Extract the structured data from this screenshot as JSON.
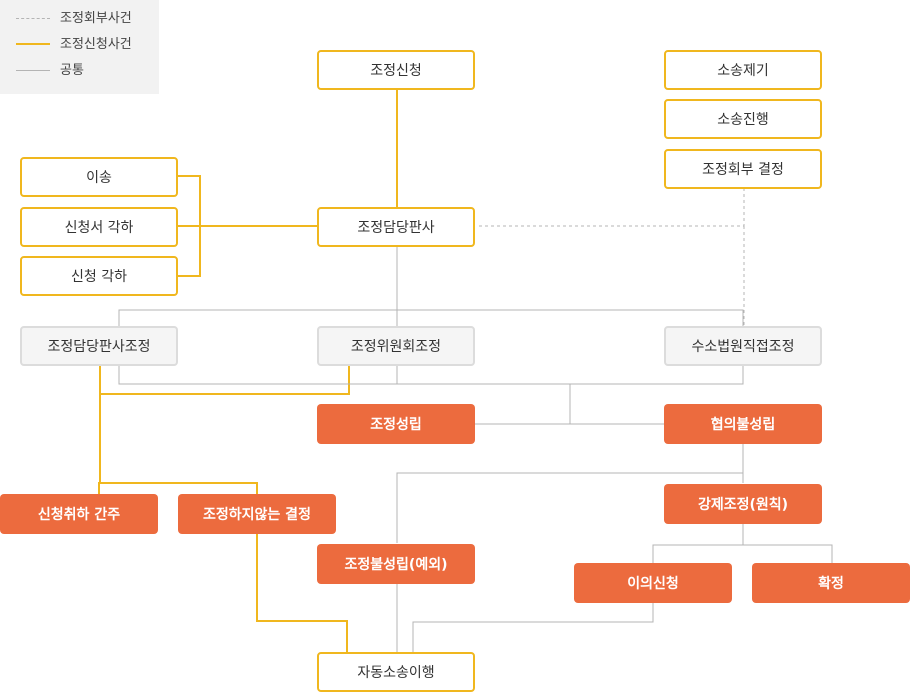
{
  "colors": {
    "yellow_line": "#f0b71e",
    "gray_line": "#b4b4b4",
    "orange_fill": "#ec6b3e",
    "gray_fill": "#f5f5f5"
  },
  "legend": [
    {
      "style": "dashed",
      "label": "조정회부사건"
    },
    {
      "style": "yellow",
      "label": "조정신청사건"
    },
    {
      "style": "gray",
      "label": "공통"
    }
  ],
  "nodes": {
    "request": "조정신청",
    "lawsuit_filed": "소송제기",
    "lawsuit_progress": "소송진행",
    "referral_decision": "조정회부 결정",
    "transfer": "이송",
    "application_dismissal": "신청서 각하",
    "request_dismissal": "신청 각하",
    "judge_in_charge": "조정담당판사",
    "judge_mediation": "조정담당판사조정",
    "committee_mediation": "조정위원회조정",
    "court_direct_mediation": "수소법원직접조정",
    "mediation_success": "조정성립",
    "agreement_failure": "협의불성립",
    "withdrawal_deemed": "신청취하 간주",
    "no_mediation_decision": "조정하지않는 결정",
    "forced_mediation": "강제조정(원칙)",
    "mediation_failure": "조정불성립(예외)",
    "objection": "이의신청",
    "finalized": "확정",
    "auto_litigation": "자동소송이행"
  }
}
